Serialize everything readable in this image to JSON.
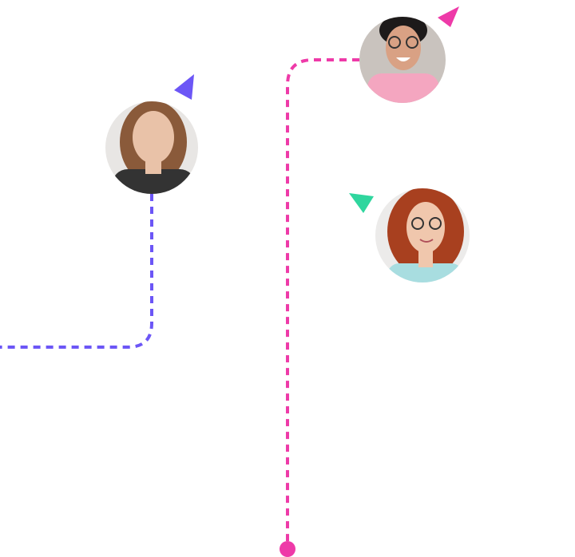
{
  "colors": {
    "purple": "#6C56F6",
    "pink": "#EE3AA8",
    "green": "#2FD69E",
    "background": "#FFFFFF"
  },
  "avatars": [
    {
      "id": "woman-striped-shirt",
      "skin": "#e9c2a8",
      "hair": "#8a5a3a",
      "bg": "#e8e6e4",
      "shirt": "#333333"
    },
    {
      "id": "person-pink-jacket",
      "skin": "#d9a184",
      "hair": "#1d1a1a",
      "bg": "#c9c3be",
      "shirt": "#f4a6c0"
    },
    {
      "id": "redhead-glasses",
      "skin": "#f0c7ad",
      "hair": "#a8401f",
      "bg": "#ecebea",
      "shirt": "#a8dde0"
    }
  ]
}
